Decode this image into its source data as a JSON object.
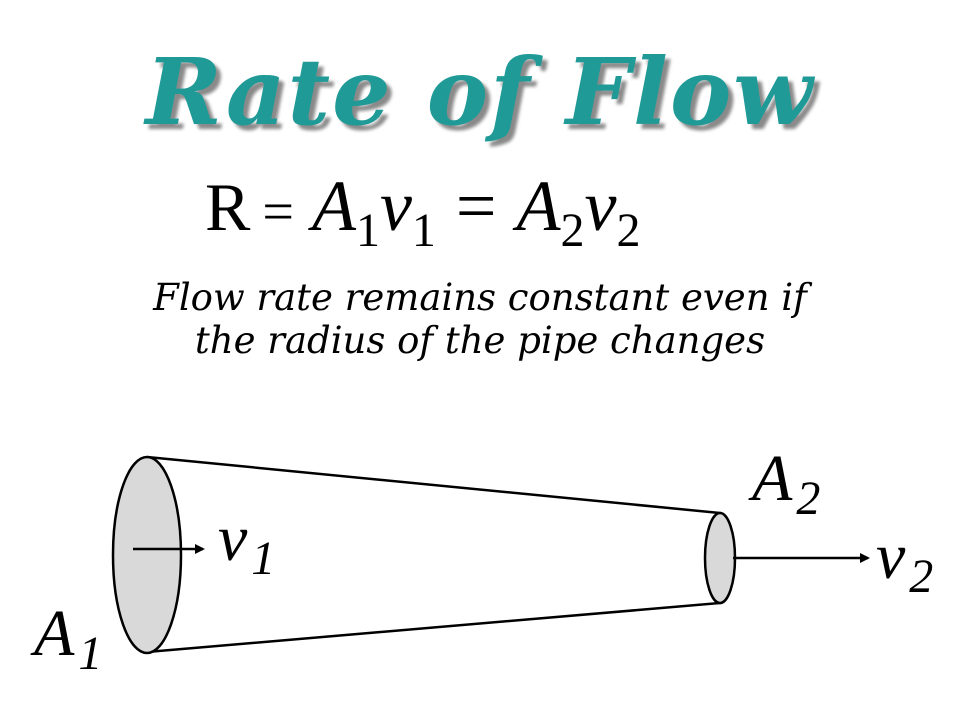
{
  "slide": {
    "title": "Rate of Flow",
    "equation": {
      "lhs": "R",
      "eq1": "=",
      "term1": {
        "var_a": "A",
        "sub_a": "1",
        "var_v": "v",
        "sub_v": "1"
      },
      "eq2": "=",
      "term2": {
        "var_a": "A",
        "sub_a": "2",
        "var_v": "v",
        "sub_v": "2"
      }
    },
    "caption": {
      "line1": "Flow rate remains constant  even if",
      "line2": "the radius of the pipe changes"
    }
  },
  "diagram": {
    "labels": {
      "v1": {
        "base": "v",
        "sub": "1"
      },
      "v2": {
        "base": "v",
        "sub": "2"
      },
      "a1": {
        "base": "A",
        "sub": "1"
      },
      "a2": {
        "base": "A",
        "sub": "2"
      }
    },
    "colors": {
      "end_cap_fill": "#d9d9d9",
      "outline": "#000000"
    }
  }
}
